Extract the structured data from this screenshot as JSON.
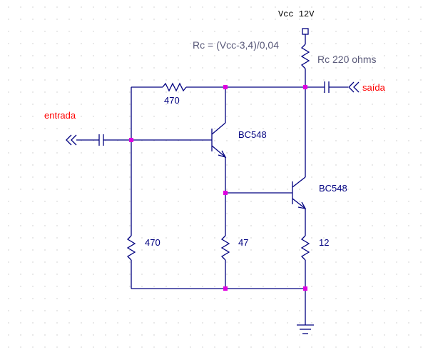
{
  "supply": {
    "label": "Vcc 12V"
  },
  "formula": {
    "text": "Rc = (Vcc-3,4)/0,04"
  },
  "ports": {
    "input_label": "entrada",
    "output_label": "saída"
  },
  "resistors": {
    "rc": "Rc 220 ohms",
    "feedback": "470",
    "bias": "470",
    "emitter1": "47",
    "emitter2": "12"
  },
  "transistors": {
    "q1": "BC548",
    "q2": "BC548"
  },
  "colors": {
    "wire": "#000080",
    "junction": "#e000e0",
    "port": "#ff0000",
    "grid": "#c8c8c8"
  }
}
